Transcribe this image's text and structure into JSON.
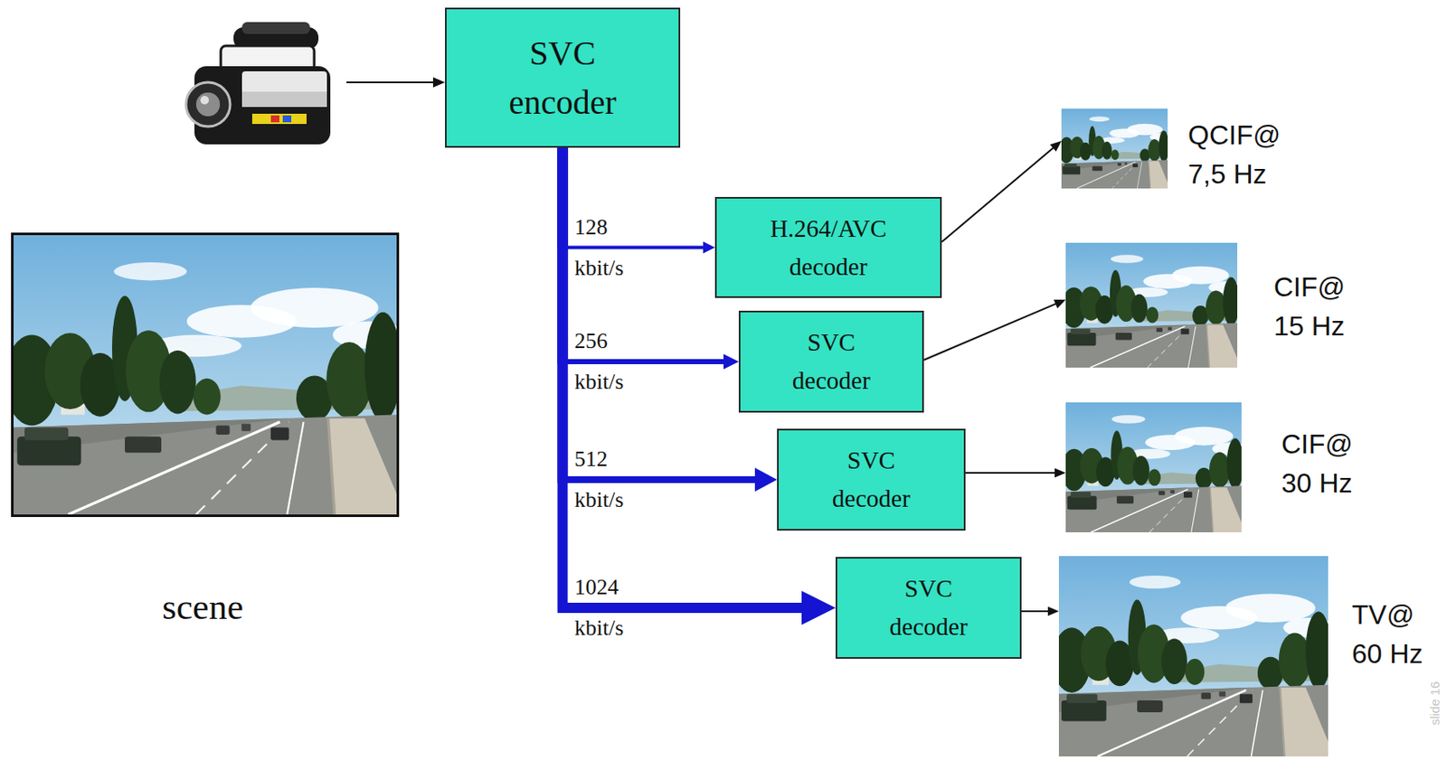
{
  "diagram": {
    "nodes": [
      {
        "text": [
          "SVC encoder"
        ]
      },
      {
        "text": [
          "H.264/AVC decoder"
        ]
      },
      {
        "text": [
          "SVC decoder"
        ]
      },
      {
        "text": [
          "SVC decoder"
        ]
      },
      {
        "text": [
          "SVC decoder"
        ]
      },
      {
        "text": [
          "QCIF@ 7,5 Hz"
        ]
      },
      {
        "text": [
          "CIF@ 15 Hz"
        ]
      },
      {
        "text": [
          "CIF@ 30 Hz"
        ]
      },
      {
        "text": [
          "TV@ 60 Hz"
        ]
      }
    ],
    "edges": [
      {
        "from": 0,
        "to": 1,
        "label": "128 kbit/s",
        "arrow": "to"
      },
      {
        "from": 0,
        "to": 2,
        "label": "256 kbit/s",
        "arrow": "to"
      },
      {
        "from": 0,
        "to": 3,
        "label": "512 kbit/s",
        "arrow": "to"
      },
      {
        "from": 0,
        "to": 4,
        "label": "1024 kbit/s",
        "arrow": "to"
      },
      {
        "from": 1,
        "to": 5,
        "arrow": "to"
      },
      {
        "from": 2,
        "to": 6,
        "arrow": "to"
      },
      {
        "from": 3,
        "to": 7,
        "arrow": "to"
      },
      {
        "from": 4,
        "to": 8,
        "arrow": "to"
      }
    ],
    "labels": [
      "scene",
      "slide 16"
    ]
  }
}
